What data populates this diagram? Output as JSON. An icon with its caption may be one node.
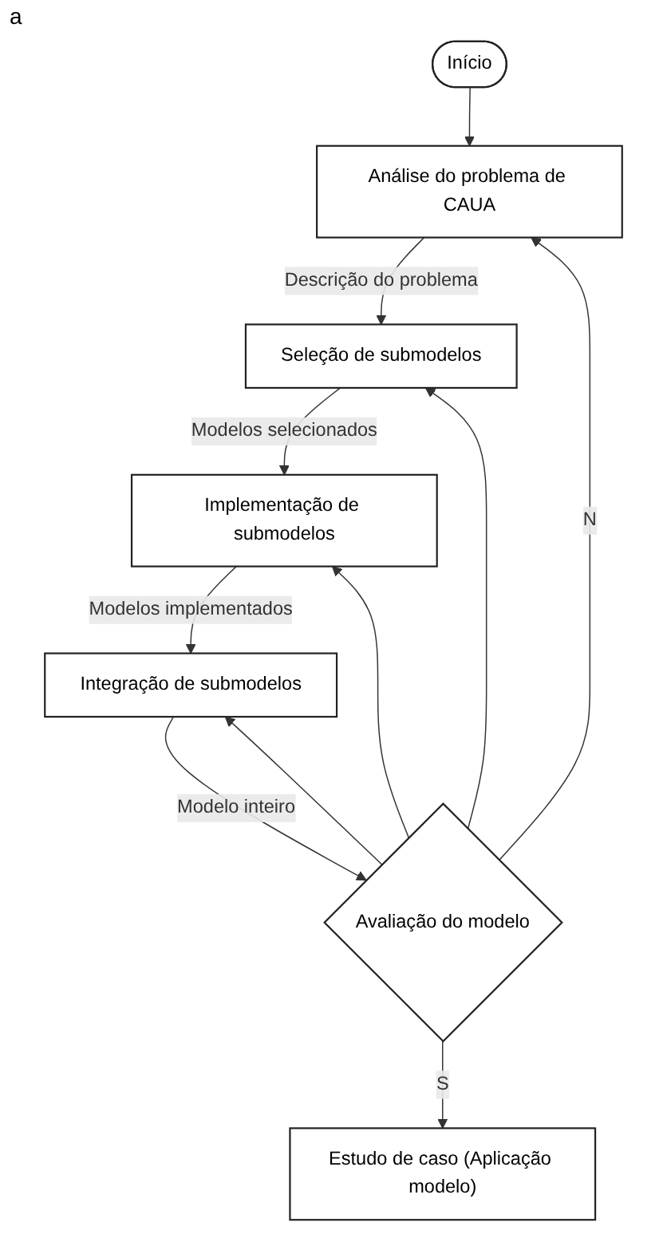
{
  "diagram": {
    "nodes": [
      {
        "text": [
          "Início"
        ]
      },
      {
        "text": [
          "Análise do problema de CAUA"
        ]
      },
      {
        "text": [
          "Seleção de submodelos"
        ]
      },
      {
        "text": [
          "Implementação de submodelos"
        ]
      },
      {
        "text": [
          "Integração de submodelos"
        ]
      },
      {
        "text": [
          "Avaliação do modelo"
        ]
      },
      {
        "text": [
          "Estudo de caso (Aplicação modelo)"
        ]
      }
    ],
    "edges": [
      {
        "from": 0,
        "to": 1,
        "arrow": "to"
      },
      {
        "from": 1,
        "to": 2,
        "arrow": "to",
        "label": "Descrição do problema"
      },
      {
        "from": 2,
        "to": 3,
        "arrow": "to",
        "label": "Modelos selecionados"
      },
      {
        "from": 3,
        "to": 4,
        "arrow": "to",
        "label": "Modelos implementados"
      },
      {
        "from": 4,
        "to": 5,
        "arrow": "to",
        "label": "Modelo inteiro"
      },
      {
        "from": 5,
        "to": 6,
        "arrow": "to",
        "label": "S"
      },
      {
        "from": 5,
        "to": 1,
        "arrow": "to",
        "label": "N"
      },
      {
        "from": 5,
        "to": 2,
        "arrow": "to"
      },
      {
        "from": 5,
        "to": 3,
        "arrow": "to"
      },
      {
        "from": 5,
        "to": 4,
        "arrow": "to"
      }
    ],
    "labels": [
      "a"
    ]
  }
}
